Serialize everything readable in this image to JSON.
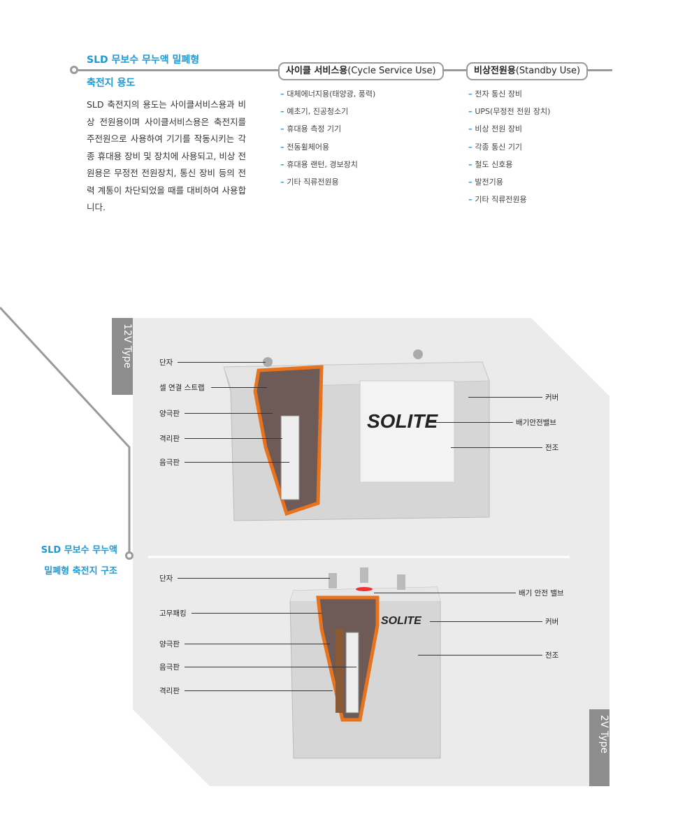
{
  "usage": {
    "title_line1": "SLD 무보수 무누액 밀폐형",
    "title_line2": "축전지 용도",
    "body": "SLD 축전지의 용도는 사이클서비스용과 비상 전원용이며 사이클서비스용은 축전지를 주전원으로 사용하여 기기를 작동시키는 각종 휴대용 장비 및 장치에 사용되고, 비상 전원용은 무정전 전원장치, 통신 장비 등의 전력 계통이 차단되었을 때를 대비하여 사용합니다.",
    "cycle": {
      "label_ko": "사이클 서비스용",
      "label_en": "(Cycle Service Use)",
      "items": [
        "대체에너지용(태양광, 풍력)",
        "예초기, 진공청소기",
        "휴대용 측정 기기",
        "전동휠체어용",
        "휴대용 랜턴, 경보장치",
        "기타 직류전원용"
      ]
    },
    "standby": {
      "label_ko": "비상전원용",
      "label_en": "(Standby Use)",
      "items": [
        "전자 통신 장비",
        "UPS(무정전 전원 장치)",
        "비상 전원 장비",
        "각종 통신 기기",
        "철도 신호용",
        "발전기용",
        "기타 직류전원용"
      ]
    }
  },
  "structure": {
    "title_line1": "SLD 무보수 무누액",
    "title_line2": "밀폐형 축전지 구조",
    "type12": {
      "tab": "12V Type",
      "left": [
        "단자",
        "셀 연결 스트랩",
        "양극판",
        "격리판",
        "음극판"
      ],
      "right": [
        "커버",
        "배기안전밸브",
        "전조"
      ],
      "brand": "SOLITE"
    },
    "type2": {
      "tab": "2V Type",
      "left": [
        "단자",
        "고무패킹",
        "양극판",
        "음극판",
        "격리판"
      ],
      "right": [
        "배기 안전 밸브",
        "커버",
        "전조"
      ],
      "brand": "SOLITE"
    }
  },
  "colors": {
    "accent": "#1b9ad6",
    "panel": "#ebebeb",
    "tab": "#8d8d8d",
    "cutaway": "#e8731c"
  }
}
